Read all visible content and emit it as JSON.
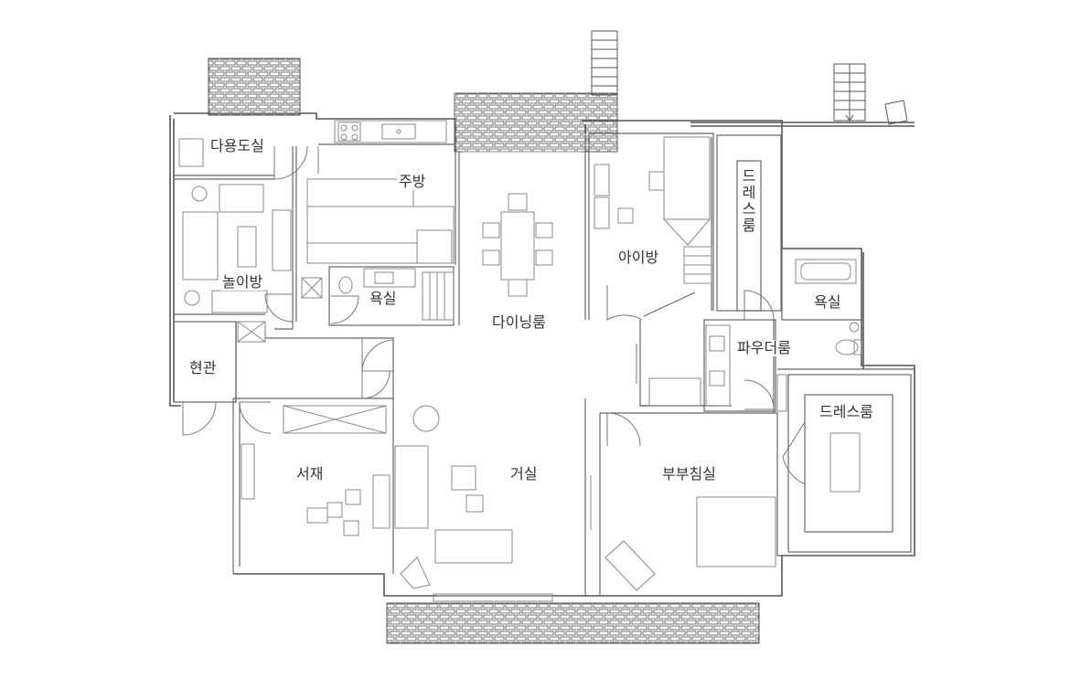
{
  "rooms": {
    "utility": "다용도실",
    "kitchen": "주방",
    "playroom": "놀이방",
    "bath1": "욕실",
    "dining": "다이닝룸",
    "kidsroom": "아이방",
    "dressroom_small": "드레스룸",
    "bath2": "욕실",
    "powder": "파우더룸",
    "entrance": "현관",
    "study": "서재",
    "living": "거실",
    "master": "부부침실",
    "dressroom_master": "드레스룸"
  },
  "colors": {
    "wall": "#555555",
    "line": "#888888",
    "label": "#333333"
  }
}
